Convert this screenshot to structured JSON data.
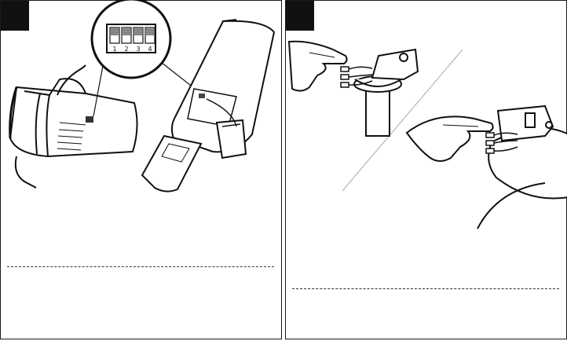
{
  "dip_switch": {
    "labels": [
      "1",
      "2",
      "3",
      "4"
    ],
    "positions": [
      "down",
      "down",
      "down",
      "down"
    ]
  },
  "colors": {
    "ink": "#111111",
    "background": "#ffffff",
    "hatch": "#999999"
  }
}
